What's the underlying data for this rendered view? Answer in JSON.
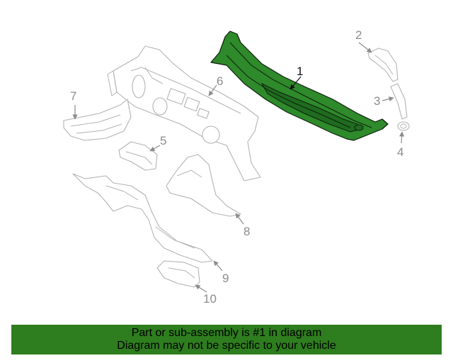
{
  "callouts": {
    "c1": "1",
    "c2": "2",
    "c3": "3",
    "c4": "4",
    "c5": "5",
    "c6": "6",
    "c7": "7",
    "c8": "8",
    "c9": "9",
    "c10": "10"
  },
  "banner": {
    "line1": "Part or sub-assembly is #1 in diagram",
    "line2": "Diagram may not be specific to your vehicle"
  },
  "colors": {
    "highlight_part": "#2e8a2a",
    "banner_background": "#2e7d1e",
    "ghost_parts": "#b3b3b3"
  }
}
